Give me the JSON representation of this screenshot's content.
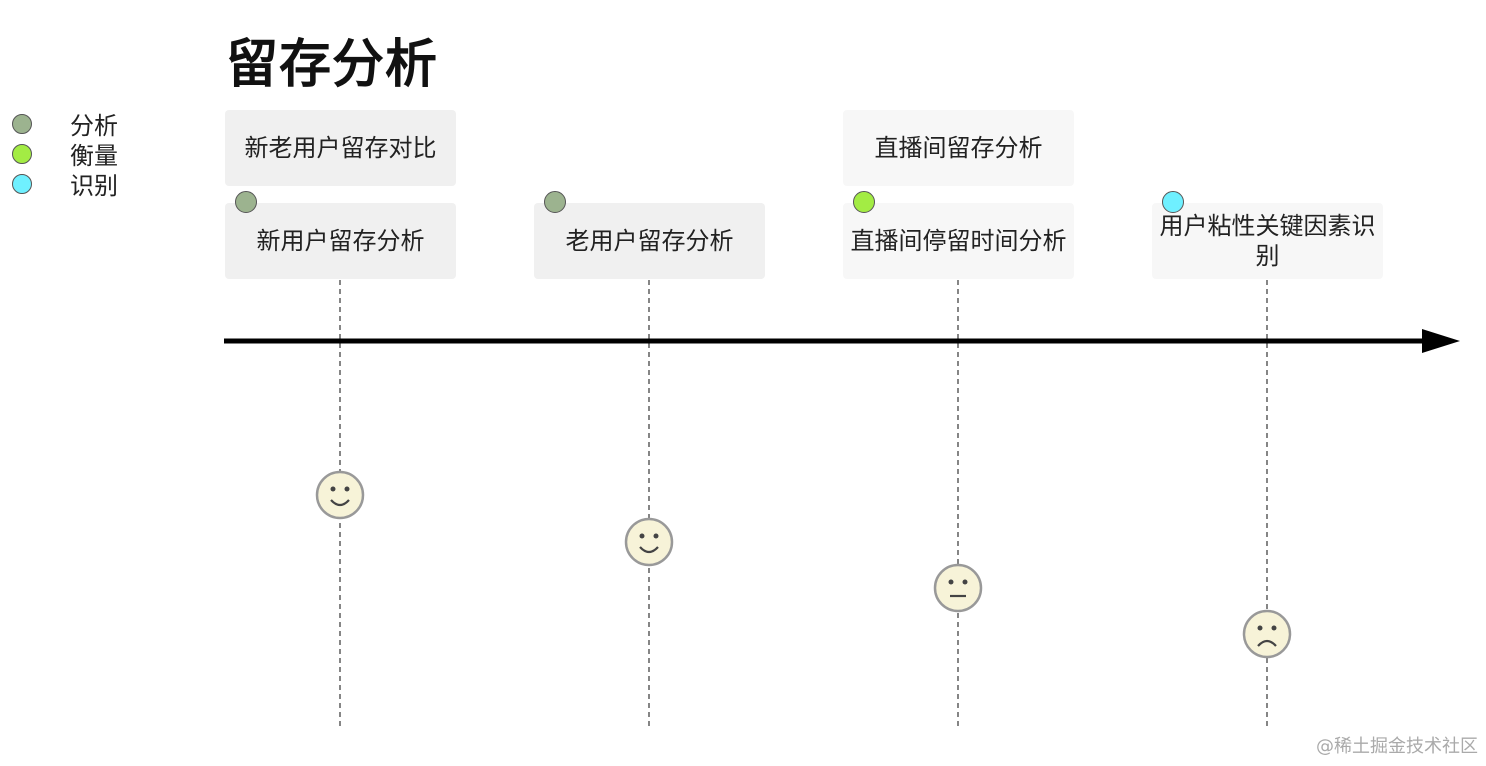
{
  "title": "留存分析",
  "legend": [
    {
      "label": "分析",
      "color": "#9cb38f"
    },
    {
      "label": "衡量",
      "color": "#a3ec44"
    },
    {
      "label": "识别",
      "color": "#6ff0ff"
    }
  ],
  "header_boxes": {
    "compare": "新老用户留存对比",
    "live_room": "直播间留存分析"
  },
  "items": [
    {
      "label": "新用户留存分析",
      "marker_color": "#9cb38f",
      "mood": "happy",
      "mood_icon": "smiley-happy-icon"
    },
    {
      "label": "老用户留存分析",
      "marker_color": "#9cb38f",
      "mood": "happy",
      "mood_icon": "smiley-happy-icon"
    },
    {
      "label": "直播间停留时间分析",
      "marker_color": "#a3ec44",
      "mood": "neutral",
      "mood_icon": "smiley-neutral-icon"
    },
    {
      "label": "用户粘性关键因素识别",
      "marker_color": "#6ff0ff",
      "mood": "sad",
      "mood_icon": "smiley-sad-icon"
    }
  ],
  "face_color": "#f7f3d8",
  "watermark": "@稀土掘金技术社区"
}
